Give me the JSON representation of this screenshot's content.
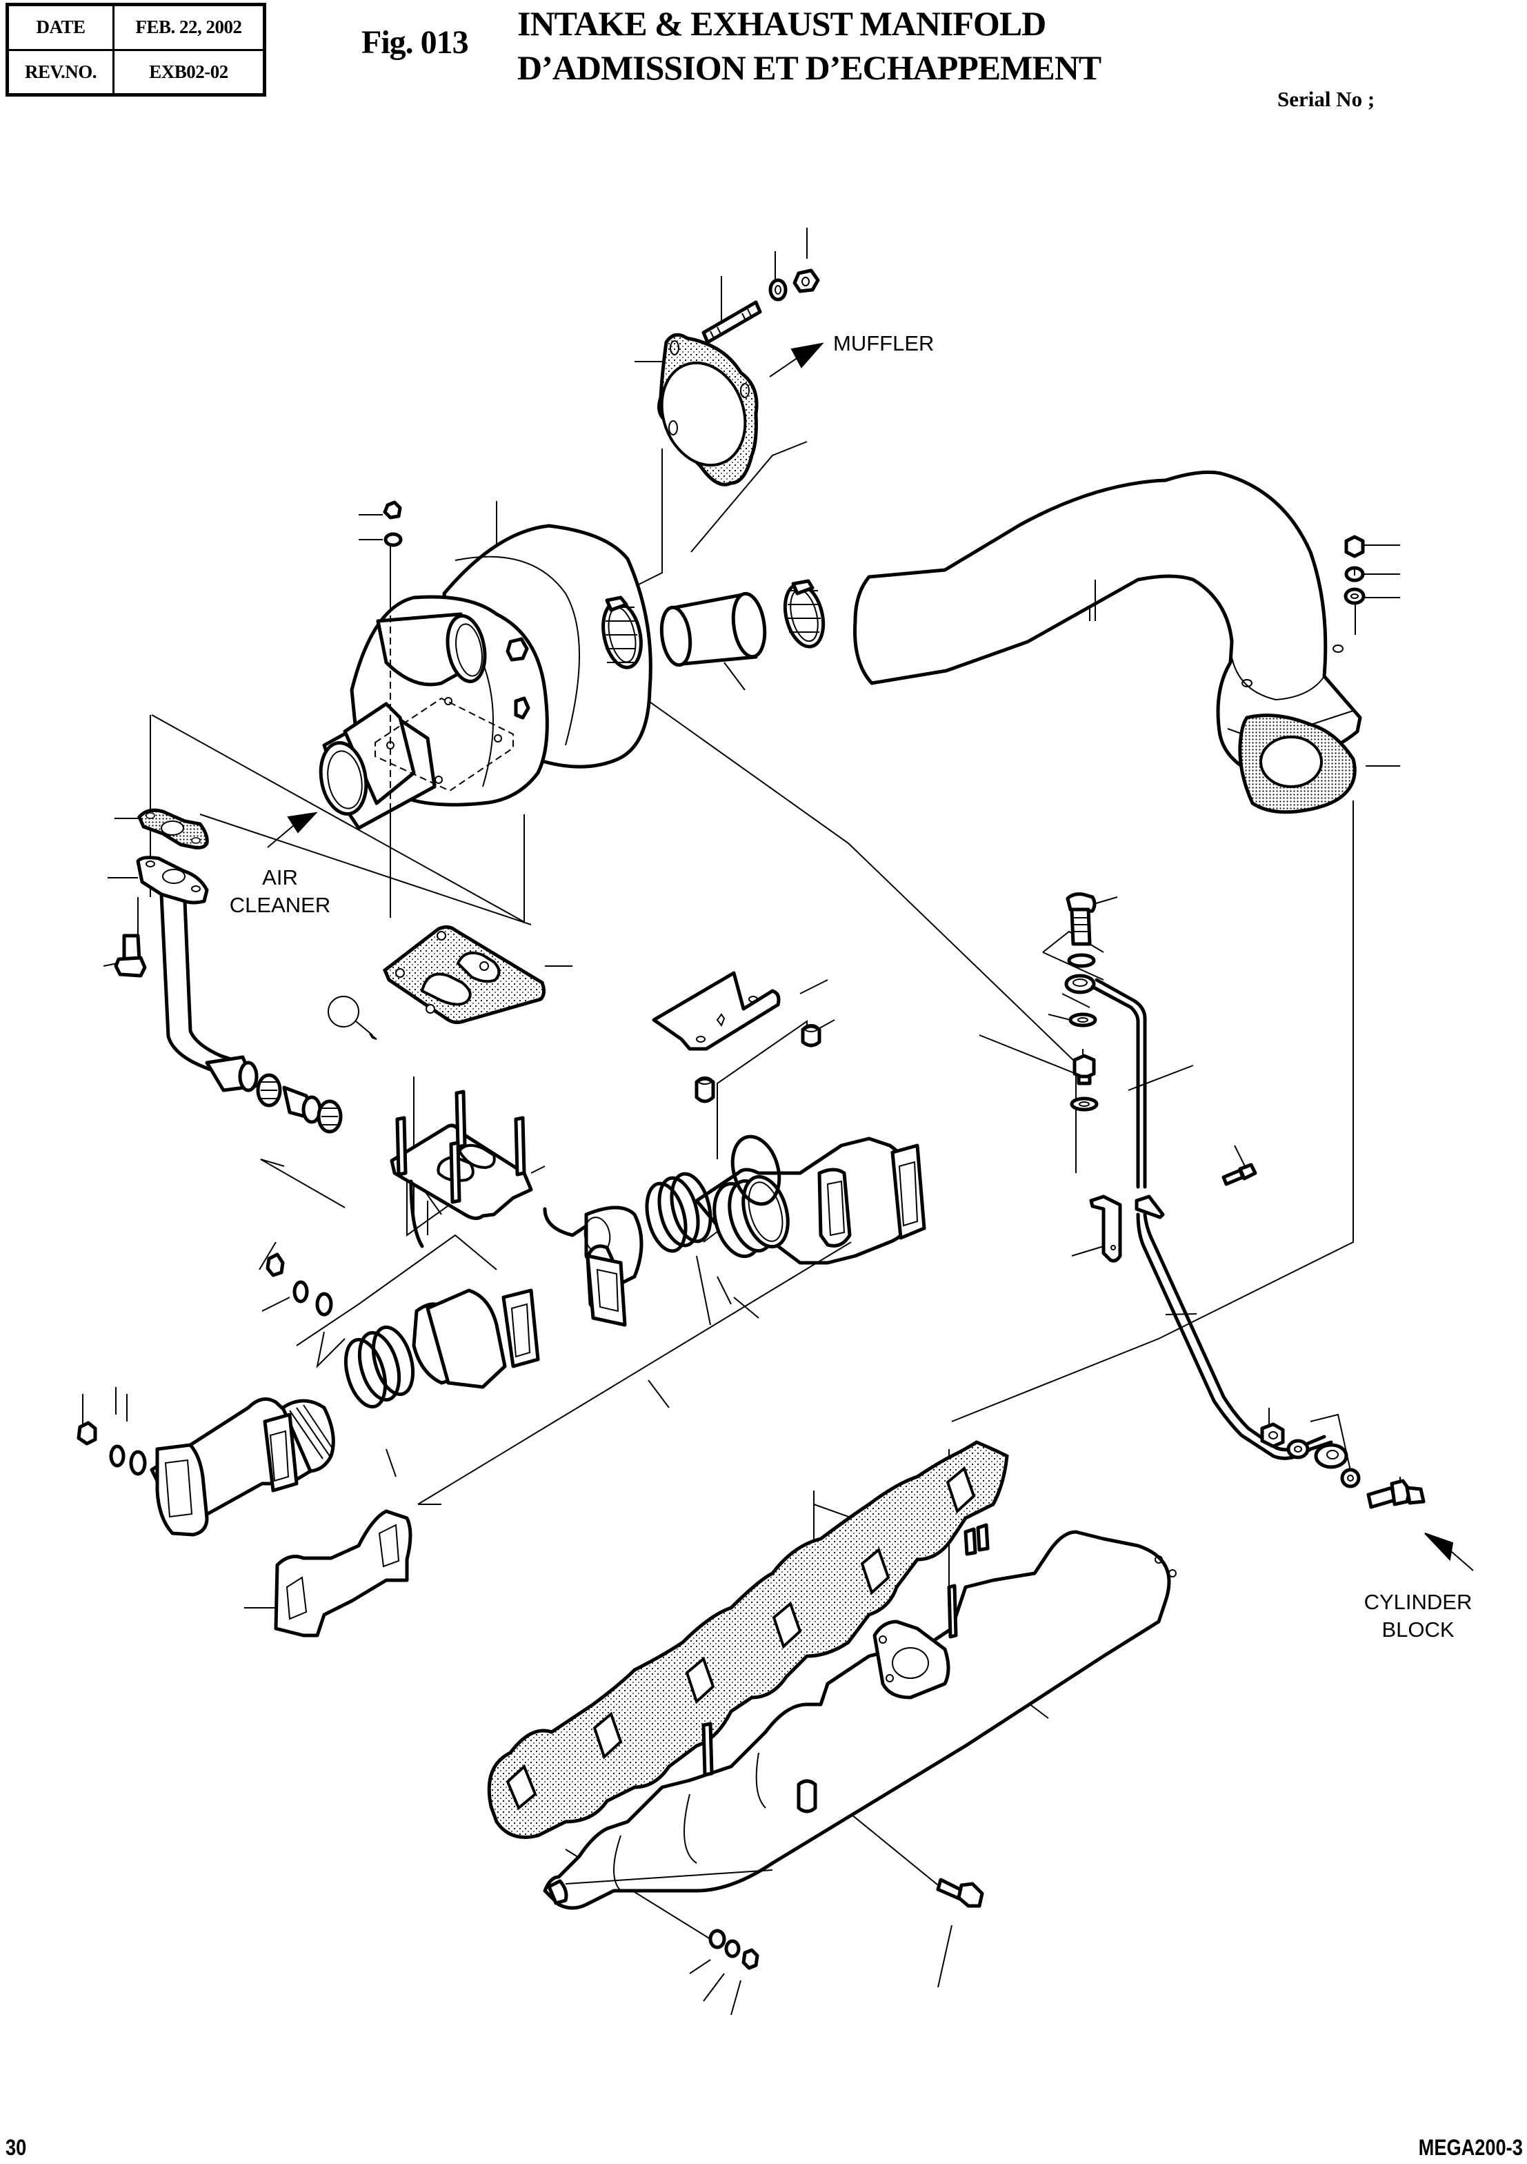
{
  "header": {
    "date_label": "DATE",
    "date_value": "FEB. 22, 2002",
    "rev_label": "REV.NO.",
    "rev_value": "EXB02-02",
    "figure_number": "Fig. 013",
    "title_en": "INTAKE & EXHAUST MANIFOLD",
    "title_fr": "D’ADMISSION ET D’ECHAPPEMENT",
    "serial_label": "Serial No ;"
  },
  "diagram": {
    "callouts": {
      "muffler": "MUFFLER",
      "air_cleaner_line1": "AIR",
      "air_cleaner_line2": "CLEANER",
      "cylinder_block_line1": "CYLINDER",
      "cylinder_block_line2": "BLOCK"
    },
    "parts": [
      "stud",
      "spring-washer",
      "nut",
      "muffler-gasket",
      "turbocharger",
      "hose-clamp",
      "intake-hose",
      "exhaust-elbow-pipe",
      "elbow-gasket",
      "oil-drain-gasket",
      "oil-drain-pipe",
      "drain-flange-bolt",
      "drain-hose",
      "turbo-mount-gasket",
      "heat-shield-bracket",
      "spacer-collar",
      "exhaust-manifold-center",
      "exhaust-manifold-front",
      "exhaust-manifold-rear",
      "sealing-rings",
      "exhaust-port-gasket",
      "oil-feed-pipe",
      "banjo-bolt",
      "copper-washer",
      "pipe-clip",
      "union-connector",
      "intake-manifold",
      "intake-manifold-gasket",
      "manifold-bolt"
    ]
  },
  "footer": {
    "page_number": "30",
    "model_code": "MEGA200-3"
  }
}
